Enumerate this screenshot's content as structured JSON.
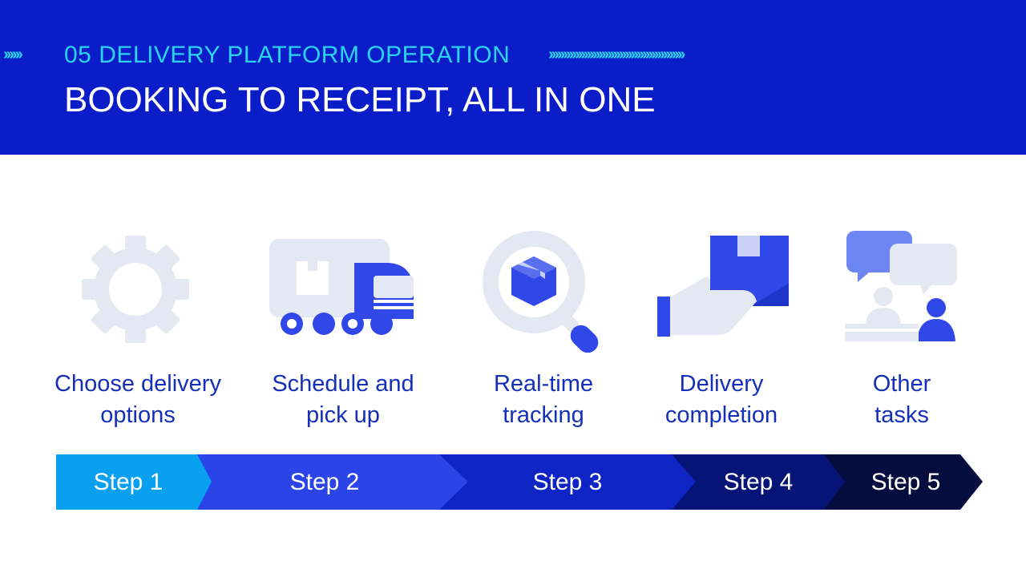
{
  "header": {
    "section_label": "05 DELIVERY PLATFORM OPERATION",
    "title": "BOOKING TO RECEIPT, ALL IN ONE",
    "decor_chevrons_left": "››››››",
    "decor_chevrons_right": "››››››››››››››››››››››››››››››››››››››››››››››"
  },
  "steps": [
    {
      "line1": "Choose delivery",
      "line2": "options",
      "step": "Step 1",
      "icon": "gear-icon",
      "color": "#0aa0f0"
    },
    {
      "line1": "Schedule and",
      "line2": "pick up",
      "step": "Step 2",
      "icon": "delivery-truck-icon",
      "color": "#2b44e8"
    },
    {
      "line1": "Real-time",
      "line2": "tracking",
      "step": "Step 3",
      "icon": "magnifier-box-icon",
      "color": "#0e24c4"
    },
    {
      "line1": "Delivery",
      "line2": "completion",
      "step": "Step 4",
      "icon": "hand-package-icon",
      "color": "#061478"
    },
    {
      "line1": "Other",
      "line2": "tasks",
      "step": "Step 5",
      "icon": "chat-people-icon",
      "color": "#050c3e"
    }
  ],
  "colors": {
    "header_bg": "#0a1dc8",
    "accent_cyan": "#2ad4f0",
    "label_blue": "#1530b8",
    "icon_light": "#e3e8f2",
    "icon_blue": "#3148e8"
  }
}
